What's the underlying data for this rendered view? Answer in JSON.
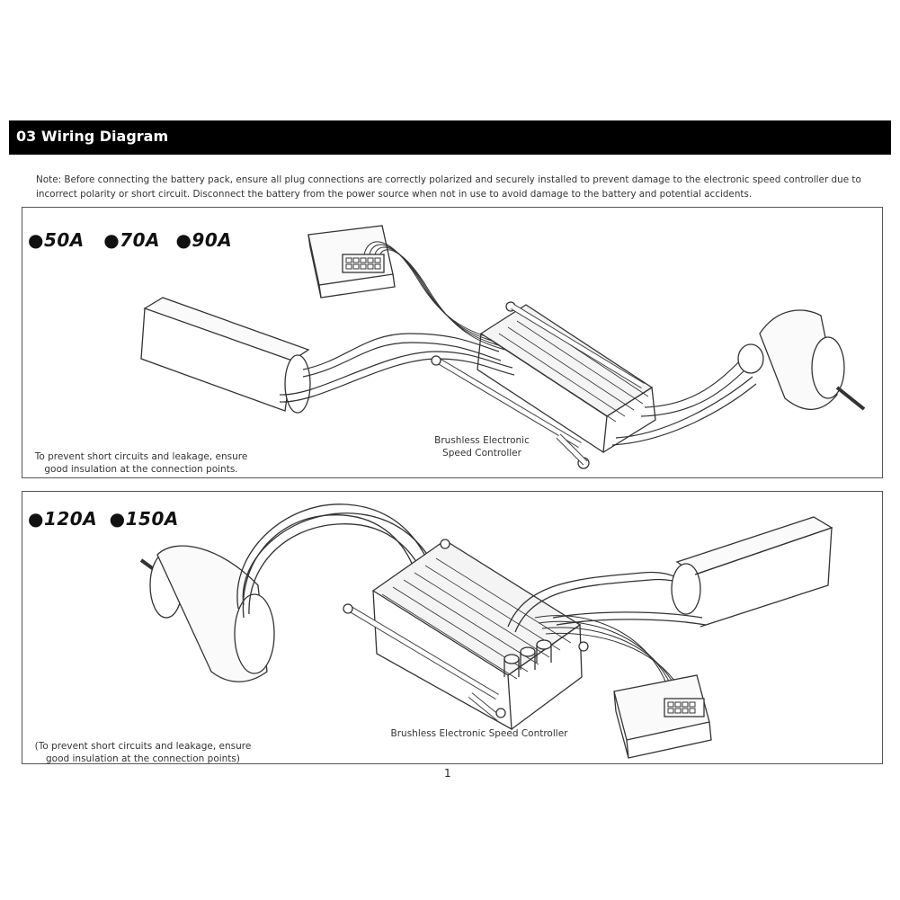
{
  "header": {
    "title": "03 Wiring Diagram"
  },
  "note": {
    "text": "Note: Before connecting the battery pack, ensure all plug connections are correctly polarized and securely installed to prevent damage to the electronic speed controller due to incorrect polarity or short circuit. Disconnect the battery from the power source when not in use to avoid damage to the battery and potential accidents."
  },
  "panel1": {
    "models": [
      "●50A",
      "●70A",
      "●90A"
    ],
    "esc_label_line1": "Brushless Electronic",
    "esc_label_line2": "Speed Controller",
    "insulation_line1": "To prevent short circuits and leakage, ensure",
    "insulation_line2": "good insulation at the connection points."
  },
  "panel2": {
    "models": [
      "●120A",
      "●150A"
    ],
    "esc_label": "Brushless Electronic Speed Controller",
    "insulation_line1": "(To prevent short circuits and leakage, ensure",
    "insulation_line2": "good insulation at the connection points)"
  },
  "page": {
    "number": "1"
  }
}
